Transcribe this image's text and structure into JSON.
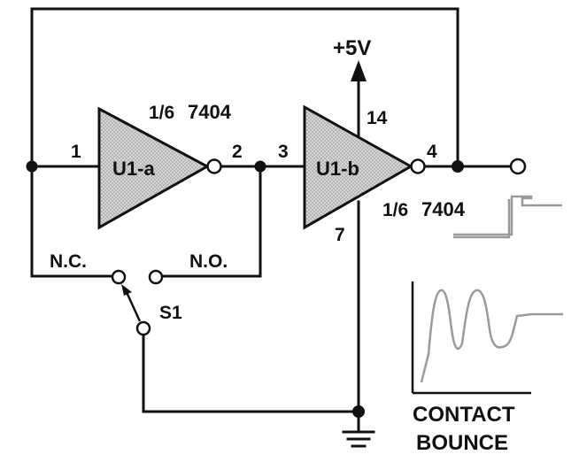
{
  "supply_label": "+5V",
  "gate_a": {
    "name": "U1-a",
    "part_prefix": "1/6",
    "part_number": "7404",
    "pin_in": "1",
    "pin_out": "2"
  },
  "gate_b": {
    "name": "U1-b",
    "part_prefix": "1/6",
    "part_number": "7404",
    "pin_in": "3",
    "pin_out": "4",
    "pin_vcc": "14",
    "pin_gnd": "7"
  },
  "switch": {
    "name": "S1",
    "nc_label": "N.C.",
    "no_label": "N.O."
  },
  "bounce_caption": {
    "line1": "CONTACT",
    "line2": "BOUNCE"
  },
  "colors": {
    "ink": "#111111",
    "gate_fill": "#c9c9c9",
    "trace": "#9a9a9a"
  }
}
